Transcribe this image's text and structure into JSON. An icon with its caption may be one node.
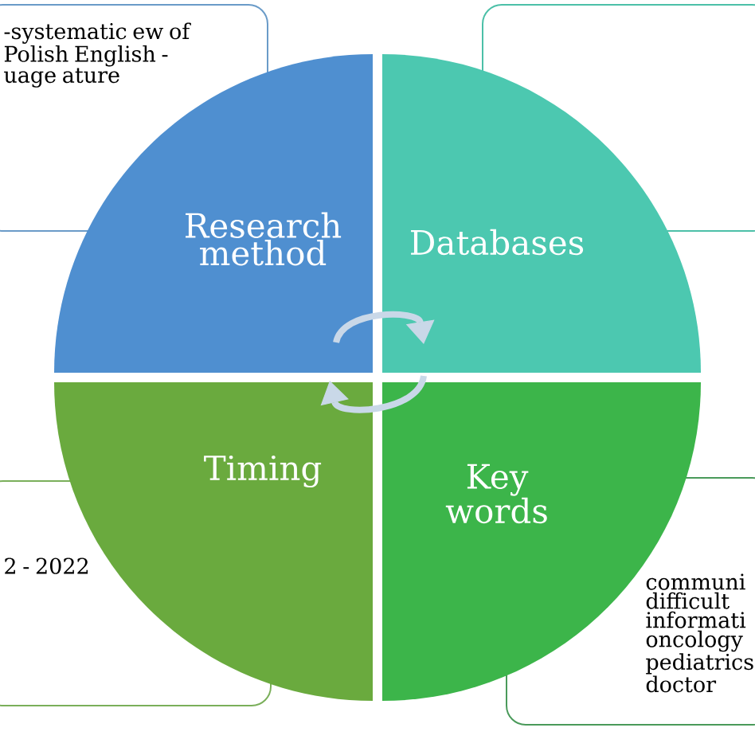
{
  "diagram": {
    "nodes": [
      {
        "text": [
          "-systematic ew of Polish English - uage ature"
        ]
      },
      {
        "text": [],
        "shape": "box"
      },
      {
        "text": [
          "2 - 2022"
        ]
      },
      {
        "text": [
          "communi difficult informati oncology pediatrics doctor"
        ]
      },
      {
        "text": [
          "Research method"
        ]
      },
      {
        "text": [
          "Databases"
        ]
      },
      {
        "text": [
          "Timing"
        ]
      },
      {
        "text": [
          "Key words"
        ]
      }
    ],
    "edges": [
      {
        "from": 4,
        "to": 5,
        "arrow": "to"
      },
      {
        "from": 7,
        "to": 6,
        "arrow": "to"
      }
    ]
  }
}
